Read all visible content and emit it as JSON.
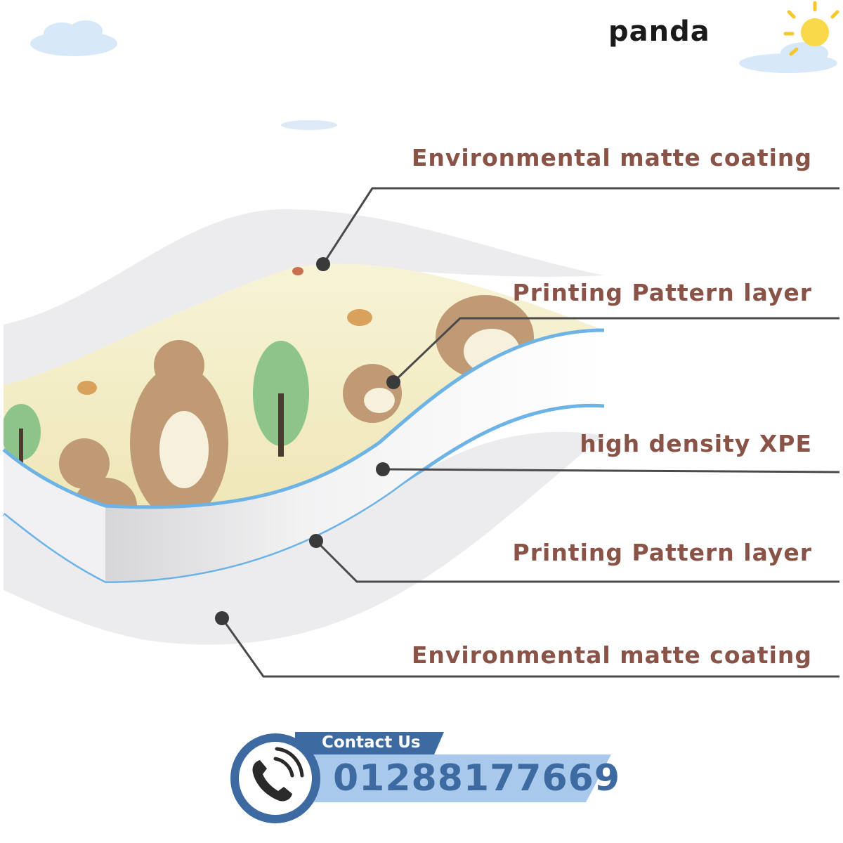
{
  "brand": {
    "logo_text": "panda"
  },
  "layers": [
    {
      "label": "Environmental matte coating"
    },
    {
      "label": "Printing Pattern layer"
    },
    {
      "label": "high density XPE"
    },
    {
      "label": "Printing Pattern layer"
    },
    {
      "label": "Environmental matte coating"
    }
  ],
  "contact": {
    "title": "Contact Us",
    "phone": "01288177669",
    "icon": "phone-icon"
  },
  "colors": {
    "label": "#8a5348",
    "accent_blue": "#3e6aa2",
    "layer_blue": "#6db3e6",
    "banner_light": "#a9c9ec"
  }
}
